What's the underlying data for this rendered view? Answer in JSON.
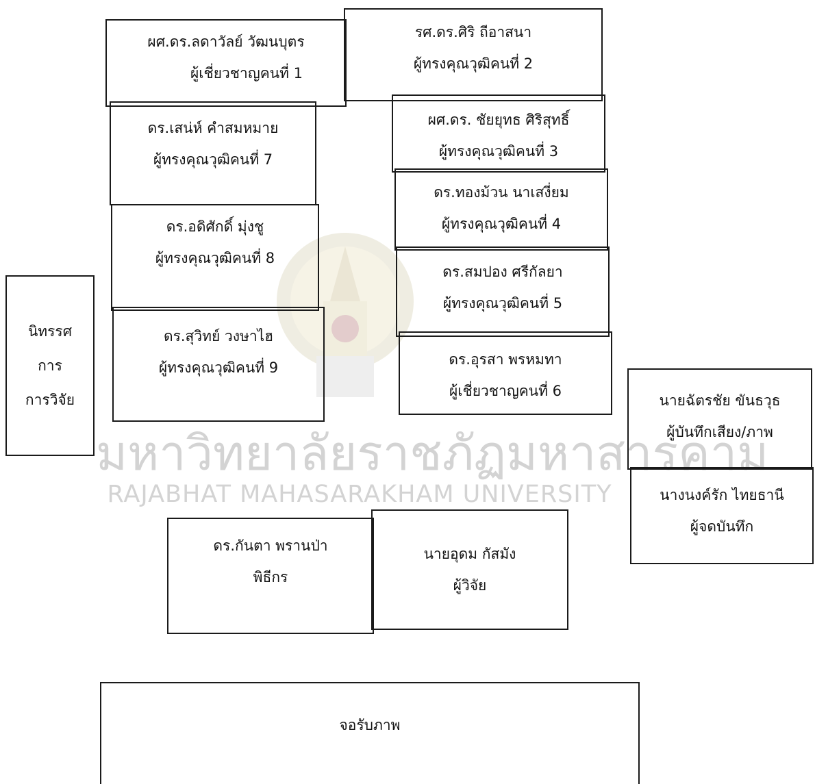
{
  "watermark": {
    "thai": "มหาวิทยาลัยราชภัฏมหาสารคาม",
    "english": "RAJABHAT MAHASARAKHAM UNIVERSITY"
  },
  "boxes": {
    "expert1": {
      "name": "ผศ.ดร.ลดาวัลย์ วัฒนบุตร",
      "role": "ผู้เชี่ยวชาญคนที่ 1"
    },
    "expert2": {
      "name": "รศ.ดร.ศิริ ถีอาสนา",
      "role": "ผู้ทรงคุณวุฒิคนที่ 2"
    },
    "expert3": {
      "name": "ผศ.ดร. ชัยยุทธ ศิริสุทธิ์",
      "role": "ผู้ทรงคุณวุฒิคนที่ 3"
    },
    "expert4": {
      "name": "ดร.ทองม้วน นาเสงี่ยม",
      "role": "ผู้ทรงคุณวุฒิคนที่ 4"
    },
    "expert5": {
      "name": "ดร.สมปอง ศรีกัลยา",
      "role": "ผู้ทรงคุณวุฒิคนที่ 5"
    },
    "expert6": {
      "name": "ดร.อุรสา พรหมทา",
      "role": "ผู้เชี่ยวชาญคนที่ 6"
    },
    "expert7": {
      "name": "ดร.เสน่ห์ คำสมหมาย",
      "role": "ผู้ทรงคุณวุฒิคนที่ 7"
    },
    "expert8": {
      "name": "ดร.อดิศักดิ์ มุ่งชู",
      "role": "ผู้ทรงคุณวุฒิคนที่ 8"
    },
    "expert9": {
      "name": "ดร.สุวิทย์ วงษาไฮ",
      "role": "ผู้ทรงคุณวุฒิคนที่ 9"
    },
    "exhibition": {
      "line1": "นิทรรศ",
      "line2": "การ",
      "line3": "การวิจัย"
    },
    "recorder": {
      "name": "นายฉัตรชัย ขันธวุธ",
      "role": "ผู้บันทึกเสียง/ภาพ"
    },
    "notetaker": {
      "name": "นางนงค์รัก ไทยธานี",
      "role": "ผู้จดบันทึก"
    },
    "moderator": {
      "name": "ดร.กันตา พรานป่า",
      "role": "พิธีกร"
    },
    "researcher": {
      "name": "นายอุดม กัสมัง",
      "role": "ผู้วิจัย"
    },
    "screen": {
      "label": "จอรับภาพ"
    }
  }
}
